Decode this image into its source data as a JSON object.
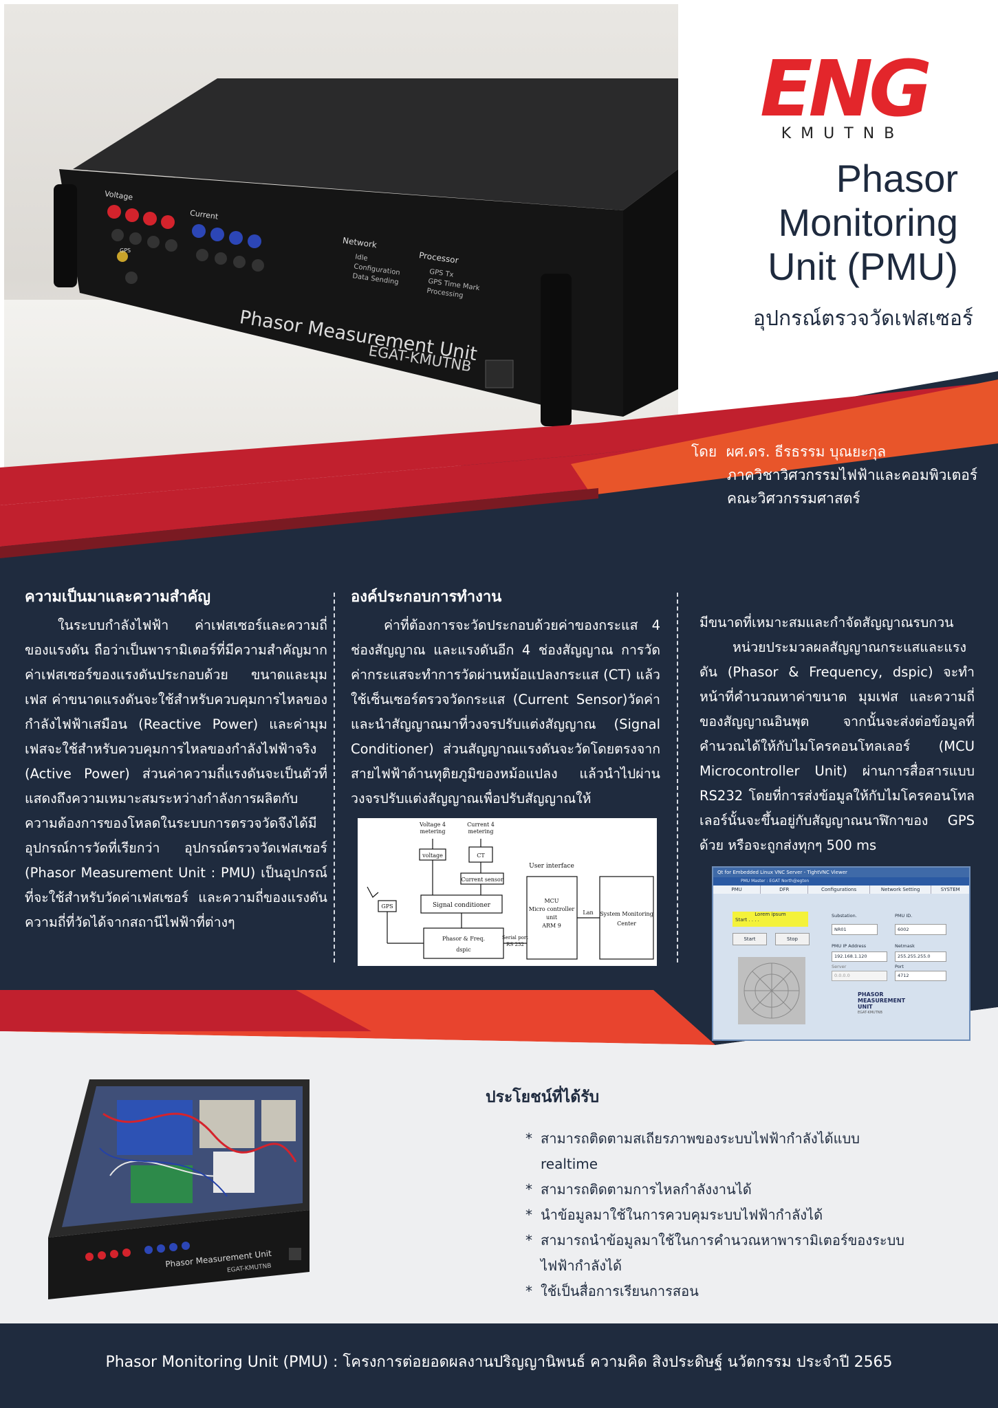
{
  "logo": {
    "main": "ENG",
    "sub": "KMUTNB"
  },
  "title": {
    "lines": [
      "Phasor",
      "Monitoring",
      "Unit (PMU)"
    ],
    "thai": "อุปกรณ์ตรวจวัดเฟสเซอร์"
  },
  "author": {
    "prefix": "โดย",
    "name": "ผศ.ดร. ธีรธรรม บุณยะกุล",
    "department": "ภาควิชาวิศวกรรมไฟฟ้าและคอมพิวเตอร์",
    "faculty": "คณะวิศวกรรมศาสตร์"
  },
  "device_panel": {
    "voltage": "Voltage",
    "current": "Current",
    "gps": "GPS",
    "network": "Network",
    "network_items": [
      "Idle",
      "Configuration",
      "Data Sending"
    ],
    "processor": "Processor",
    "processor_items": [
      "GPS Tx",
      "GPS Time Mark",
      "Processing"
    ],
    "name": "Phasor Measurement Unit",
    "org": "EGAT-KMUTNB"
  },
  "col1": {
    "title": "ความเป็นมาและความสำคัญ",
    "text": "ในระบบกำลังไฟฟ้า ค่าเฟสเซอร์และความถี่ของแรงดัน ถือว่าเป็นพารามิเตอร์ที่มีความสำคัญมาก ค่าเฟสเซอร์ของแรงดันประกอบด้วย ขนาดและมุมเฟส ค่าขนาดแรงดันจะใช้สำหรับควบคุมการไหลของกำลังไฟฟ้าเสมือน (Reactive Power) และค่ามุมเฟสจะใช้สำหรับควบคุมการไหลของกำลังไฟฟ้าจริง (Active Power) ส่วนค่าความถี่แรงดันจะเป็นตัวที่แสดงถึงความเหมาะสมระหว่างกำลังการผลิตกับความต้องการของโหลดในระบบการตรวจวัดจึงได้มี อุปกรณ์การวัดที่เรียกว่า อุปกรณ์ตรวจวัดเฟสเซอร์ (Phasor Measurement Unit : PMU) เป็นอุปกรณ์ที่จะใช้สำหรับวัดค่าเฟสเซอร์ และความถี่ของแรงดัน ความถี่ที่วัดได้จากสถานีไฟฟ้าที่ต่างๆ"
  },
  "col2": {
    "title": "องค์ประกอบการทำงาน",
    "text": "ค่าที่ต้องการจะวัดประกอบด้วยค่าของกระแส 4 ช่องสัญญาณ และแรงดันอีก 4 ช่องสัญญาณ การวัดค่ากระแสจะทำการวัดผ่านหม้อแปลงกระแส (CT) แล้วใช้เซ็นเซอร์ตรวจวัดกระแส (Current Sensor)วัดค่าและนำสัญญาณมาที่วงจรปรับแต่งสัญญาณ (Signal Conditioner) ส่วนสัญญาณแรงดันจะวัดโดยตรงจากสายไฟฟ้าด้านทุติยภูมิของหม้อแปลง แล้วนำไปผ่านวงจรปรับแต่งสัญญาณเพื่อปรับสัญญาณให้"
  },
  "col3": {
    "first_line": "มีขนาดที่เหมาะสมและกำจัดสัญญาณรบกวน",
    "text": "หน่วยประมวลผลสัญญาณกระแสและแรงดัน (Phasor & Frequency, dspic) จะทำหน้าที่คำนวณหาค่าขนาด มุมเฟส และความถี่ของสัญญาณอินพุต จากนั้นจะส่งต่อข้อมูลที่คำนวณได้ให้กับไมโครคอนโทลเลอร์ (MCU Microcontroller Unit) ผ่านการสื่อสารแบบ RS232 โดยที่การส่งข้อมูลให้กับไมโครคอนโทลเลอร์นั้นจะขึ้นอยู่กับสัญญาณนาฬิกาของ GPS ด้วย หรือจะถูกส่งทุกๆ 500 ms"
  },
  "diagram": {
    "voltage_metering": [
      "Voltage 4",
      "metering"
    ],
    "current_metering": [
      "Current 4",
      "metering"
    ],
    "voltage": "voltage",
    "ct": "CT",
    "current_sensor": "Current sensor",
    "signal_conditioner": "Signal conditioner",
    "gps": "GPS",
    "phasor": [
      "Phasor & Freq.",
      "dspic"
    ],
    "serial": [
      "Serial port",
      "RS 232"
    ],
    "user_interface": "User interface",
    "mcu": [
      "MCU",
      "Micro controller",
      "unit",
      "ARM 9"
    ],
    "lan": "Lan",
    "center": [
      "System Monitoring",
      "Center"
    ]
  },
  "gui": {
    "window_title": "Qt for Embedded Linux VNC Server - TightVNC Viewer",
    "menu": "PMU Master : EGAT North@egton",
    "tabs": [
      "PMU",
      "DFR",
      "Configurations",
      "Network Setting",
      "SYSTEM"
    ],
    "status": "Lorem ipsum",
    "status_value": "Start . . . .",
    "start": "Start",
    "stop": "Stop",
    "substation_label": "Substation.",
    "substation": "NR01",
    "pmu_id_label": "PMU ID.",
    "pmu_id": "6002",
    "ip_label": "PMU IP Address",
    "ip": "192.168.1.120",
    "netmask_label": "Netmask",
    "netmask": "255.255.255.0",
    "server_label": "Server",
    "server": "0.0.0.0",
    "port_label": "Port",
    "port": "4712",
    "logo": [
      "PHASOR",
      "MEASUREMENT",
      "UNIT"
    ],
    "logo_sub": "EGAT-KMUTNB"
  },
  "benefits": {
    "title": "ประโยชน์ที่ได้รับ",
    "items": [
      "สามารถติดตามสเถียรภาพของระบบไฟฟ้ากำลังได้แบบ realtime",
      "สามารถติดตามการไหลกำลังงานได้",
      "นำข้อมูลมาใช้ในการควบคุมระบบไฟฟ้ากำลังได้",
      "สามารถนำข้อมูลมาใช้ในการคำนวณหาพารามิเตอร์ของระบบไฟฟ้ากำลังได้",
      "ใช้เป็นสื่อการเรียนการสอน"
    ]
  },
  "unit2_panel": {
    "name": "Phasor Measurement Unit",
    "org": "EGAT-KMUTNB"
  },
  "footer": "Phasor Monitoring Unit (PMU) : โครงการต่อยอดผลงานปริญญานิพนธ์ ความคิด สิงประดิษฐ์ นวัตกรรม ประจำปี 2565",
  "colors": {
    "navy": "#1f2b3e",
    "red": "#c1202e",
    "orange": "#e8552a",
    "logo_red": "#e3262b"
  }
}
